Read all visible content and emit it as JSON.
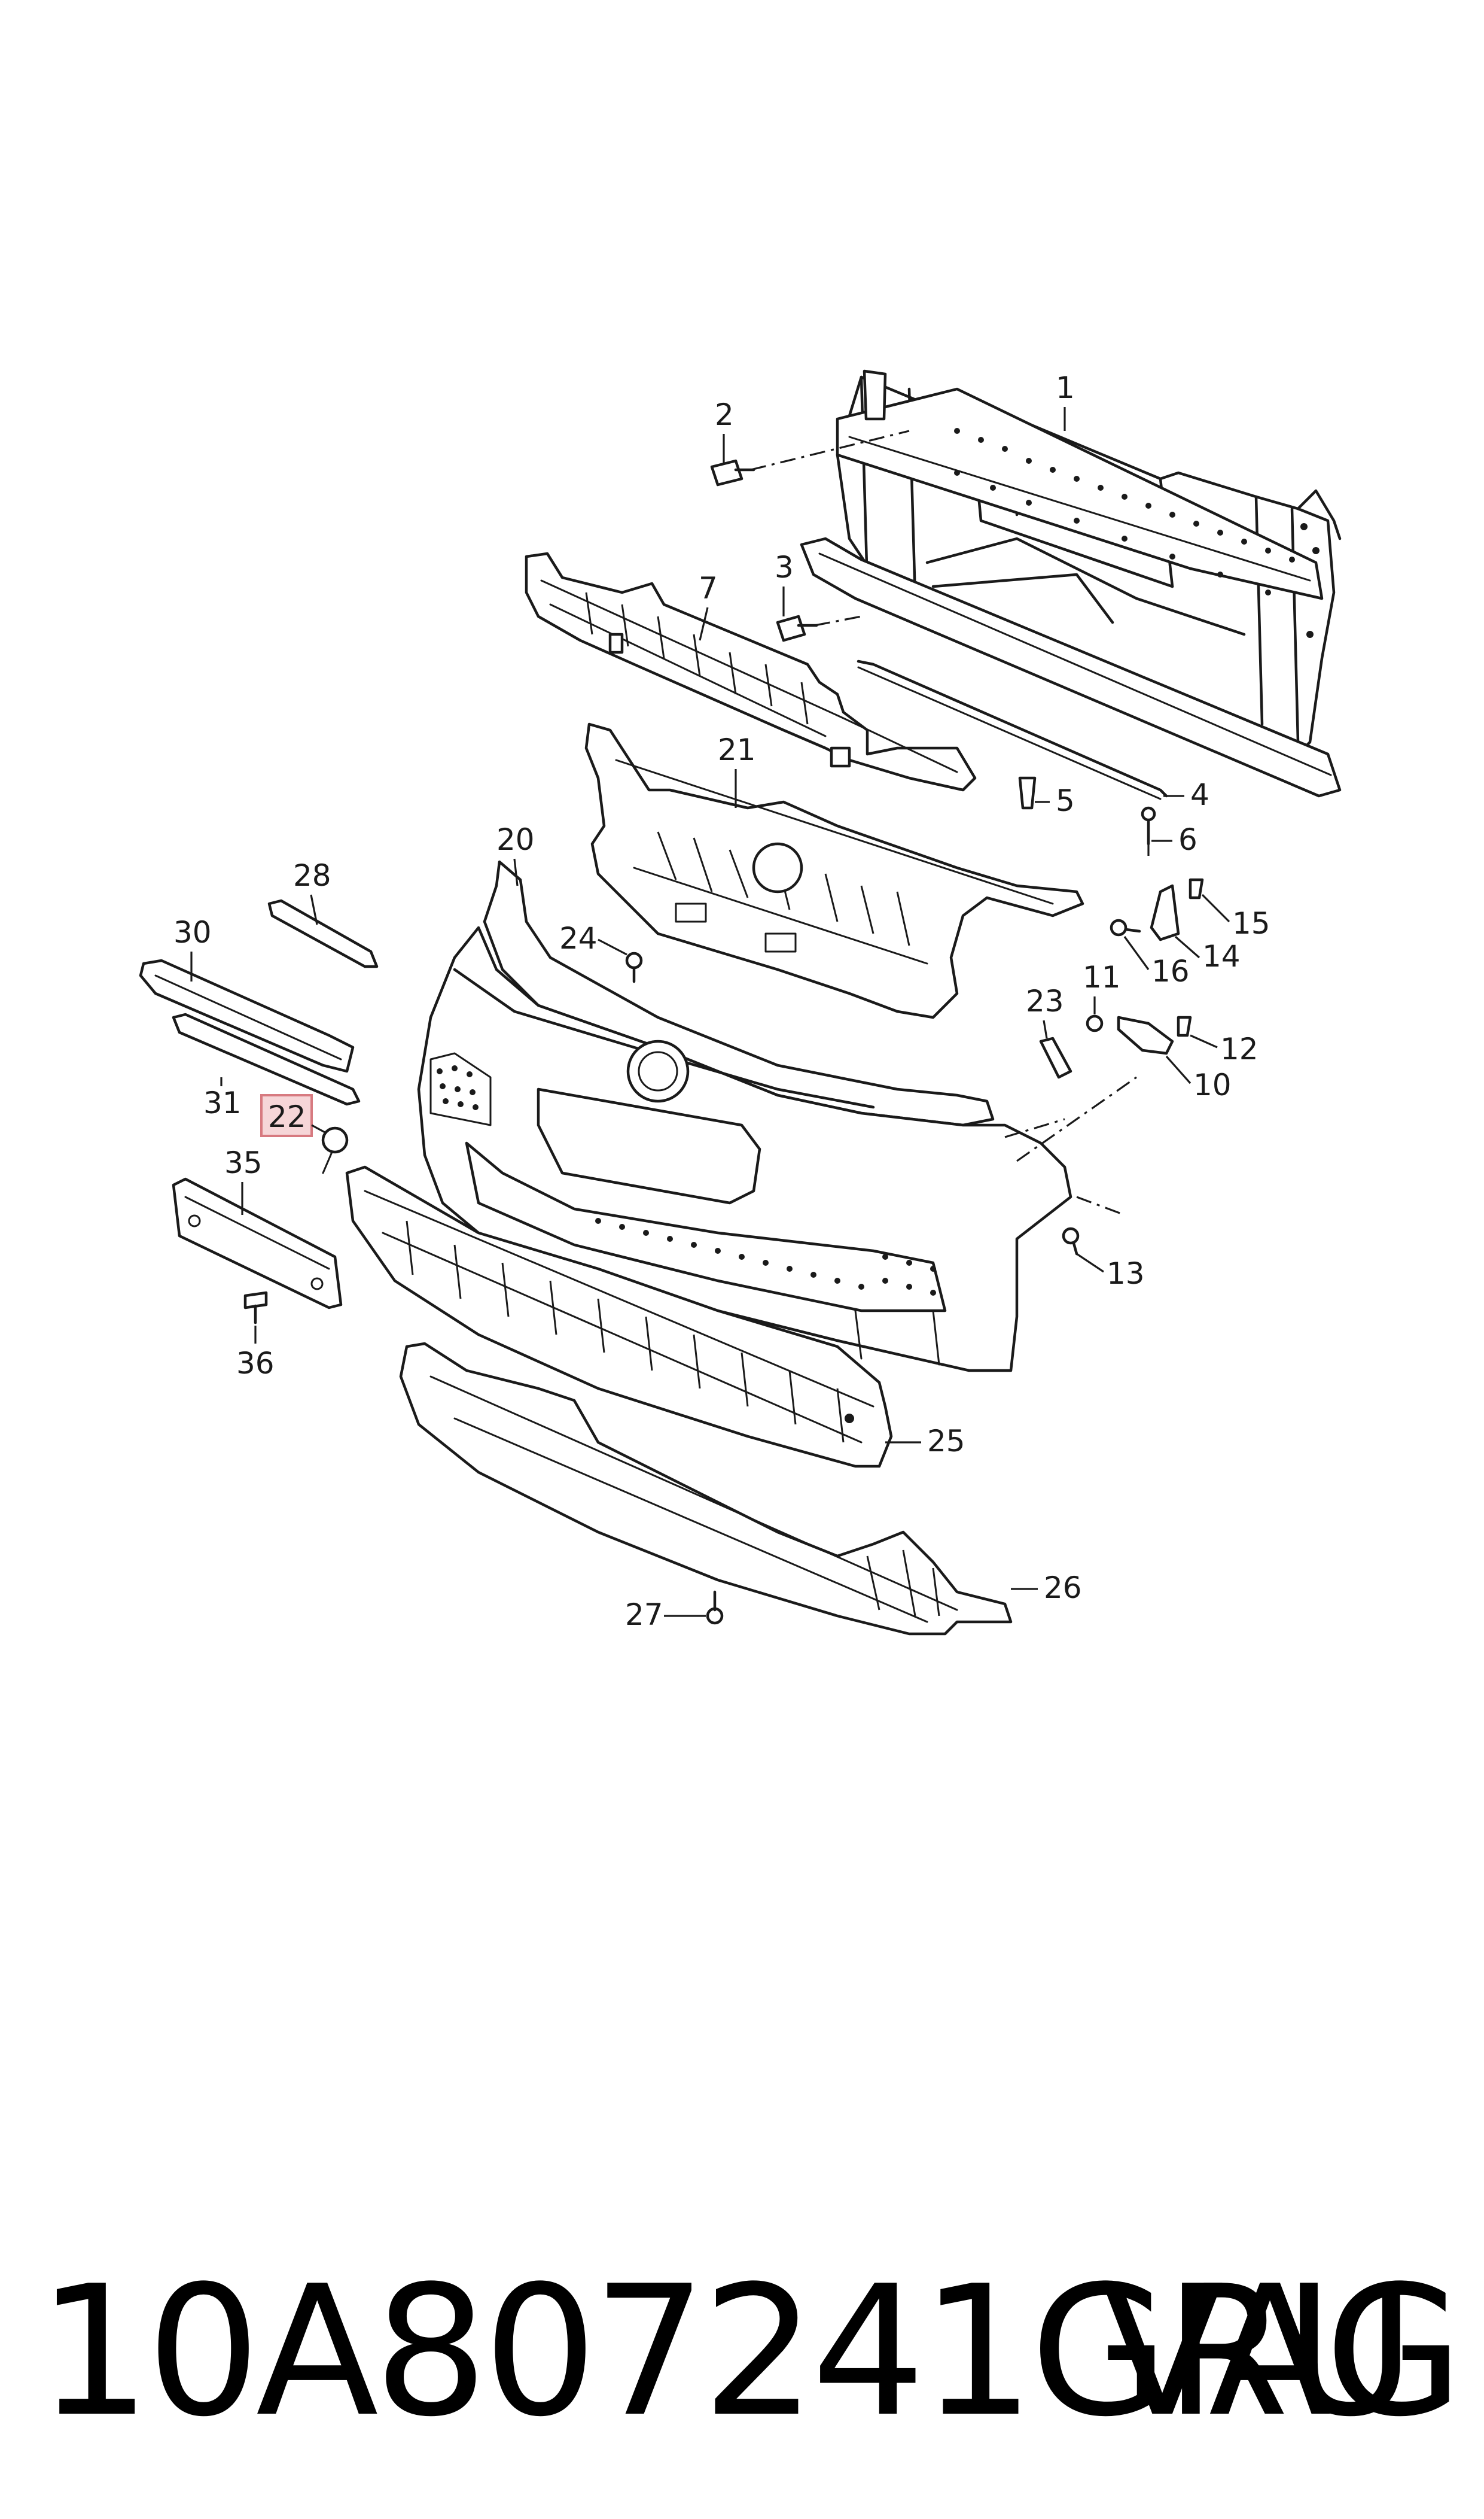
{
  "callouts": {
    "c1": "1",
    "c2": "2",
    "c3": "3",
    "c4": "4",
    "c5": "5",
    "c6": "6",
    "c7": "7",
    "c10": "10",
    "c11": "11",
    "c12": "12",
    "c13": "13",
    "c14": "14",
    "c15": "15",
    "c16": "16",
    "c20": "20",
    "c21": "21",
    "c22": "22",
    "c23": "23",
    "c24": "24",
    "c25": "25",
    "c26": "26",
    "c27": "27",
    "c28": "28",
    "c30": "30",
    "c31": "31",
    "c35": "35",
    "c36": "36"
  },
  "highlighted_callout": "22",
  "highlight_color": "#f6d6d8",
  "footer": {
    "part_number": "10A807241GRU",
    "brand": "VAG"
  }
}
